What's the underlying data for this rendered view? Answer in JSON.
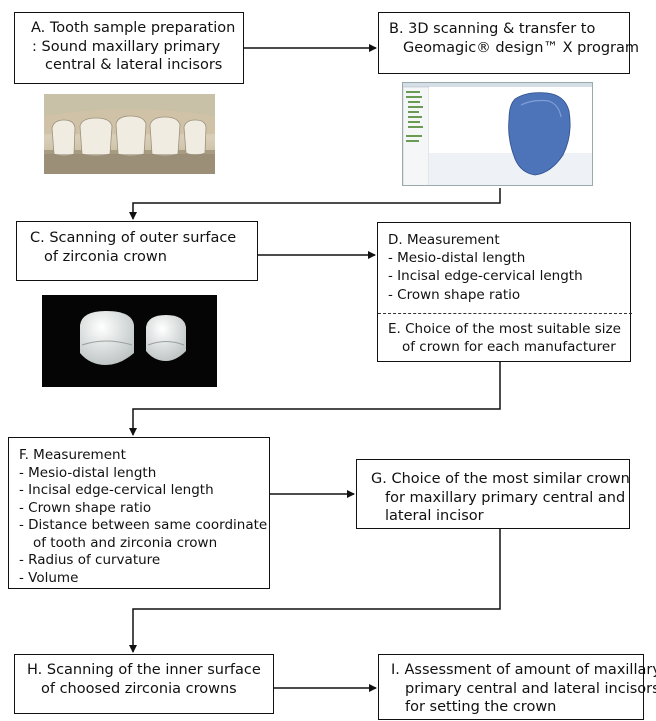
{
  "boxes": {
    "a": {
      "line1": "A.  Tooth sample preparation",
      "line2": ": Sound maxillary primary",
      "line3": "central & lateral incisors"
    },
    "b": {
      "line1": "B. 3D scanning & transfer to",
      "line2": "Geomagic® design™ X program"
    },
    "c": {
      "line1": "C. Scanning of outer surface",
      "line2": "of zirconia crown"
    },
    "d": {
      "title": "D. Measurement",
      "items": [
        "- Mesio-distal length",
        "- Incisal edge-cervical length",
        "- Crown shape ratio"
      ]
    },
    "e": {
      "line1": "E. Choice of the most suitable size",
      "line2": "of crown for each manufacturer"
    },
    "f": {
      "title": "F. Measurement",
      "items": [
        "- Mesio-distal length",
        "- Incisal edge-cervical length",
        "- Crown shape ratio",
        "- Distance between same coordinate",
        "of tooth and  zirconia crown",
        "- Radius of curvature",
        "- Volume"
      ]
    },
    "g": {
      "line1": "G. Choice of the most similar crown",
      "line2": "for maxillary primary central and",
      "line3": "lateral incisor"
    },
    "h": {
      "line1": "H. Scanning of the inner surface",
      "line2": "of choosed zirconia crowns"
    },
    "i": {
      "line1": "I. Assessment of amount of maxillary",
      "line2": "primary central and lateral incisors",
      "line3": "for setting the crown"
    }
  },
  "colors": {
    "line": "#111111",
    "crown": "#e9ecec",
    "scan_model": "#4d73b8"
  },
  "images": {
    "teeth": "photo of maxillary primary incisors on model",
    "scan": "software window showing 3D scanned crown model",
    "crowns": "two zirconia crowns on black background"
  }
}
